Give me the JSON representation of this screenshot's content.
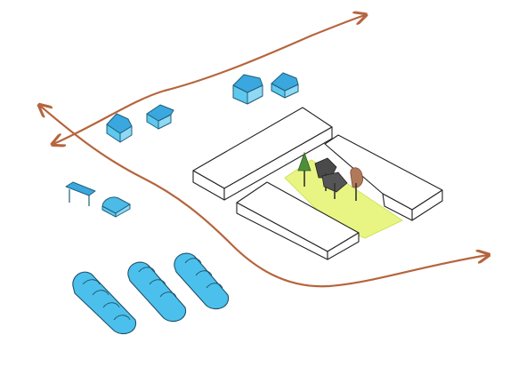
{
  "colors": {
    "road": "#b5653d",
    "building_fill": "#5ec8ee",
    "building_roof": "#3aa8de",
    "greenhouse_fill": "#4cc0ec",
    "green_zone": "#e6f46e",
    "tree_dark": "#4a4a4a",
    "tree_green": "#4f8f3a",
    "tree_brown": "#b07a5a",
    "block_outline": "#222222"
  },
  "icons": {
    "arrowhead": "arrowhead-icon",
    "tree": "tree-icon",
    "house": "house-icon",
    "greenhouse": "greenhouse-icon"
  },
  "elements": {
    "roads": [
      "upper-road",
      "lower-road"
    ],
    "houses": [
      "house-top-left",
      "house-top-mid",
      "house-top-right-a",
      "house-top-right-b",
      "shed-left",
      "shed-small"
    ],
    "blocks": [
      "block-north",
      "block-east",
      "block-south"
    ],
    "greenhouses": [
      "greenhouse-1",
      "greenhouse-2",
      "greenhouse-3"
    ],
    "trees": [
      "tree-green",
      "tree-dark-1",
      "tree-dark-2",
      "tree-brown"
    ]
  }
}
